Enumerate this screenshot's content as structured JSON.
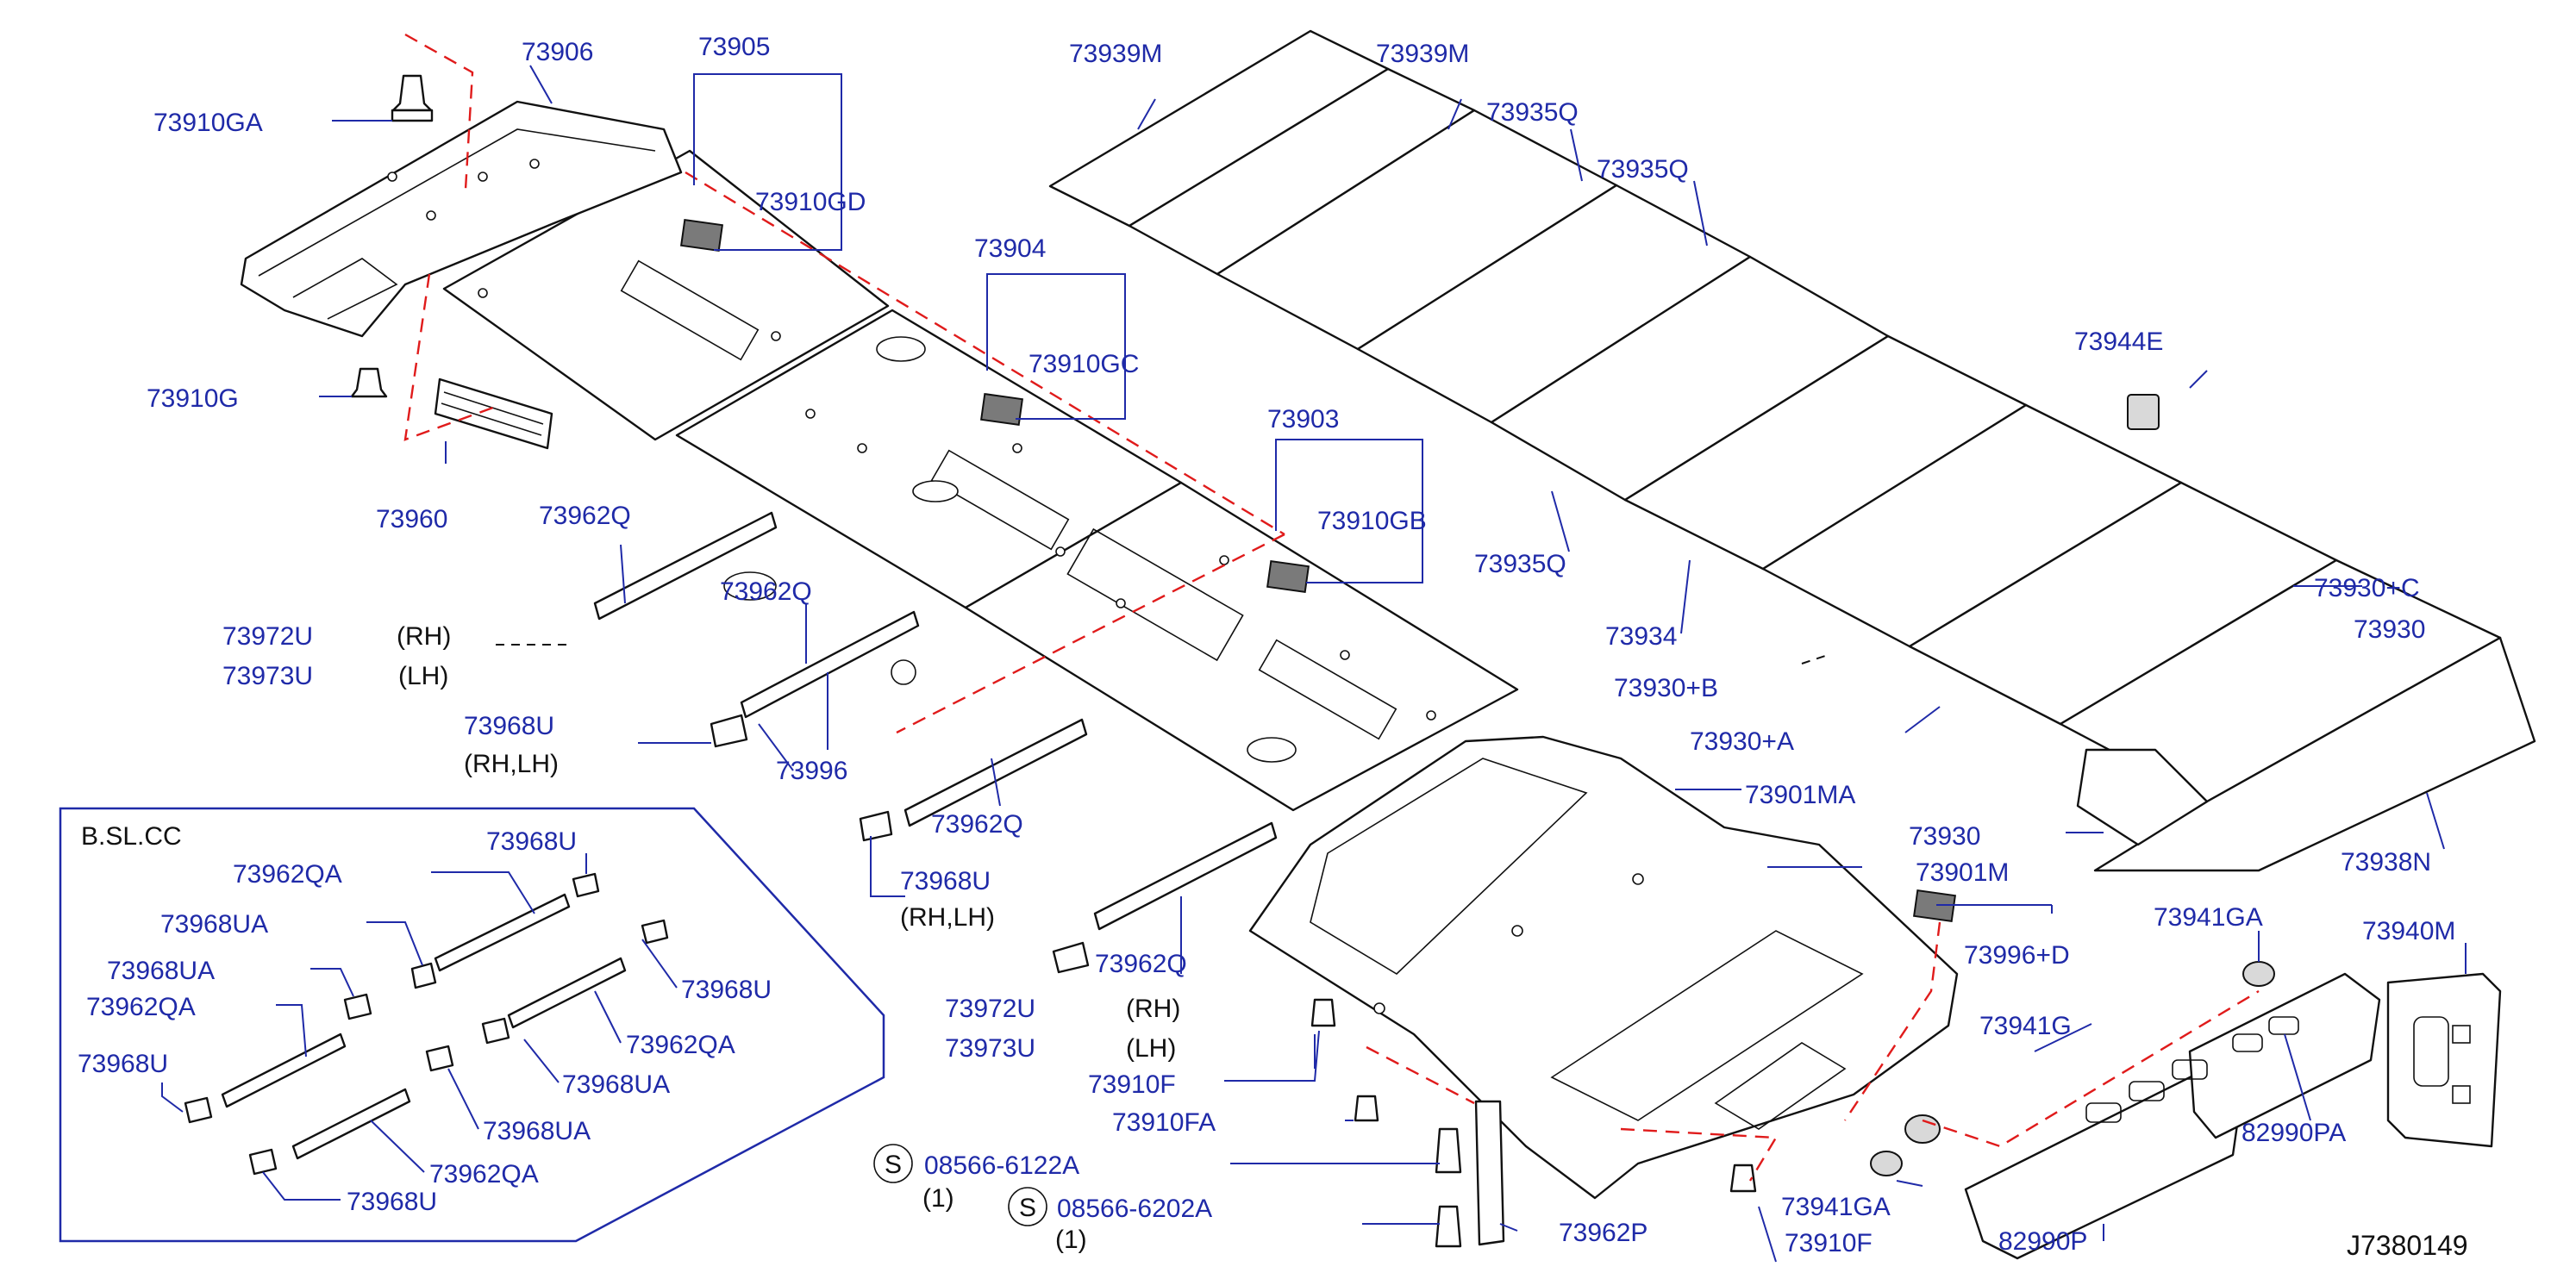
{
  "diagram": {
    "code": "J7380149",
    "inset": {
      "title": "B.SL.CC"
    },
    "notes": {
      "rh": "(RH)",
      "lh": "(LH)",
      "rh_lh": "(RH,LH)",
      "qty1": "(1)",
      "screw_symbol": "S"
    },
    "callouts": [
      "73906",
      "73905",
      "73910GA",
      "73910GD",
      "73910G",
      "73960",
      "73962Q",
      "73939M",
      "73939M",
      "73935Q",
      "73935Q",
      "73935Q",
      "73904",
      "73910GC",
      "73903",
      "73910GB",
      "73962Q",
      "73972U",
      "73973U",
      "73968U",
      "73996",
      "73962Q",
      "73968U",
      "73962Q",
      "73972U",
      "73973U",
      "73910F",
      "73910FA",
      "08566-6122A",
      "08566-6202A",
      "73962P",
      "73944E",
      "73934",
      "73930+B",
      "73930+A",
      "73930+C",
      "73930",
      "73938N",
      "73901MA",
      "73930",
      "73901M",
      "73996+D",
      "73941GA",
      "73940M",
      "73941G",
      "82990PA",
      "73941GA",
      "73910F",
      "82990P",
      "73968U",
      "73962QA",
      "73968UA",
      "73968UA",
      "73962QA",
      "73968U",
      "73968U",
      "73962QA",
      "73968UA",
      "73968UA",
      "73962QA",
      "73968U"
    ]
  }
}
